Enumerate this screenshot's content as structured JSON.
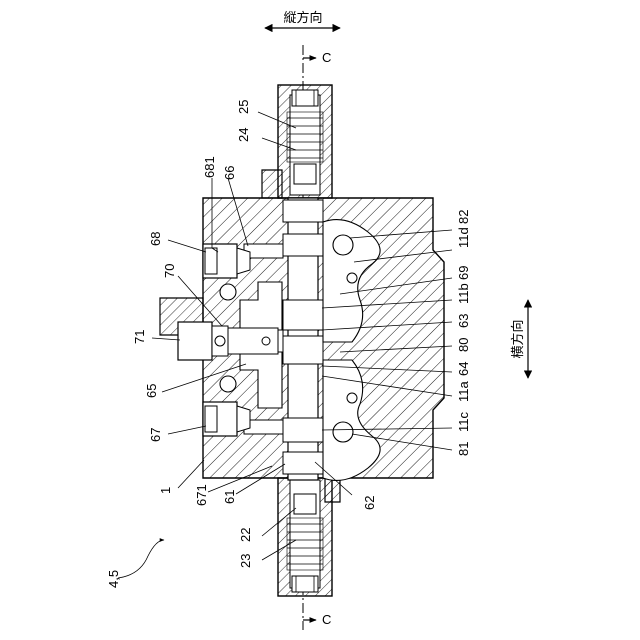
{
  "directions": {
    "vertical": "縦方向",
    "horizontal": "横方向"
  },
  "section_marks": {
    "top": "C",
    "bottom": "C"
  },
  "labels": {
    "n25": "25",
    "n24": "24",
    "n681": "681",
    "n66": "66",
    "n68": "68",
    "n70": "70",
    "n71": "71",
    "n65": "65",
    "n67": "67",
    "n1": "1",
    "n671": "671",
    "n61": "61",
    "n22": "22",
    "n23": "23",
    "n45": "4,5",
    "n62": "62",
    "n82": "82",
    "n11d": "11d",
    "n69": "69",
    "n11b": "11b",
    "n63": "63",
    "n80": "80",
    "n64": "64",
    "n11a": "11a",
    "n11c": "11c",
    "n81": "81"
  }
}
